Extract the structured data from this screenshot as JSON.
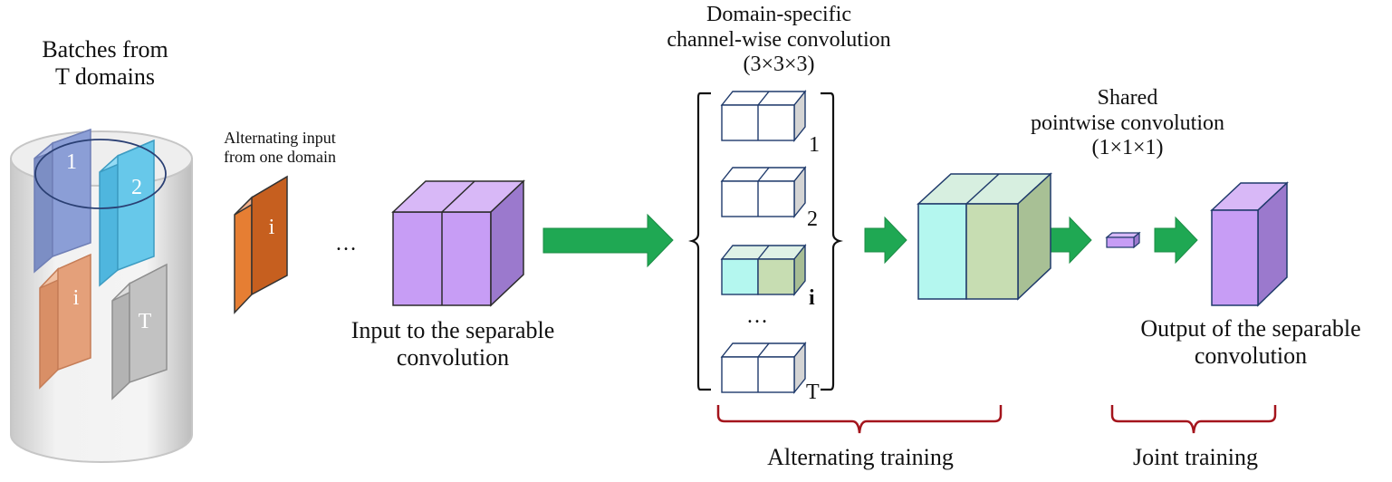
{
  "labels": {
    "batches": [
      "Batches from",
      "T domains"
    ],
    "alternating_input": [
      "Alternating input",
      "from one domain"
    ],
    "ellipsis": "…",
    "input_sep": [
      "Input to the separable",
      "convolution"
    ],
    "domain_specific": [
      "Domain-specific",
      "channel-wise convolution",
      "(3×3×3)"
    ],
    "shared": [
      "Shared",
      "pointwise convolution",
      "(1×1×1)"
    ],
    "output_sep": [
      "Output of the separable",
      "convolution"
    ],
    "alternating_training": "Alternating training",
    "joint_training": "Joint training"
  },
  "batch_blocks": [
    "1",
    "2",
    "i",
    "T"
  ],
  "input_block_label": "i",
  "filters": [
    {
      "index": "1",
      "bold": false,
      "highlight": false
    },
    {
      "index": "2",
      "bold": false,
      "highlight": false
    },
    {
      "index": "i",
      "bold": true,
      "highlight": true
    },
    {
      "index": "T",
      "bold": false,
      "highlight": false
    }
  ],
  "filters_ellipsis": "…",
  "colors": {
    "purple": "#c79df5",
    "purple_side": "#9b79cd",
    "cyan": "#b4f7ef",
    "sage": "#c7ddb2",
    "green_arrow": "#1fa853",
    "brace_red": "#a4141c",
    "orange": "#e47a32",
    "batch_blue": "#8b9ed6",
    "batch_cyan": "#67c8ea",
    "batch_salmon": "#e4a07a",
    "batch_gray": "#c2c2c2"
  }
}
